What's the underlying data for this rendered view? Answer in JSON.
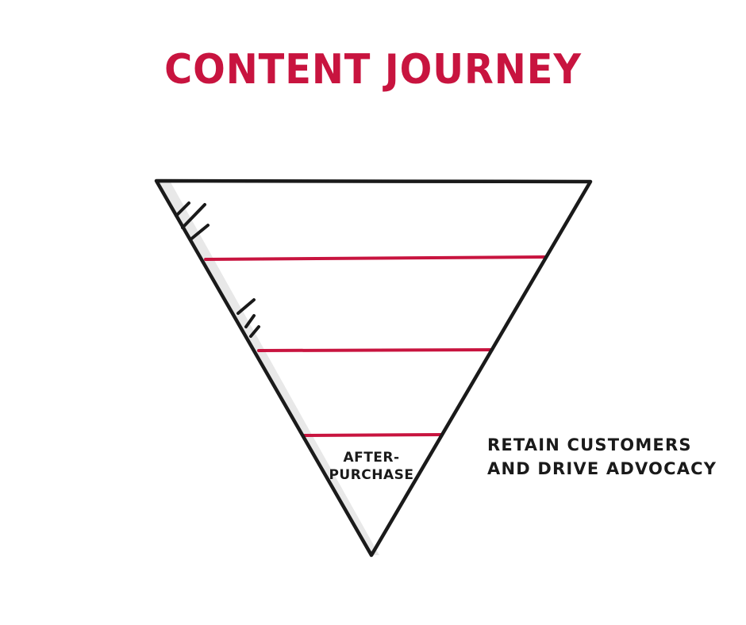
{
  "title": "CONTENT JOURNEY",
  "funnel": {
    "stage_label_line1": "AFTER-",
    "stage_label_line2": "PURCHASE",
    "note_line1": "RETAIN CUSTOMERS",
    "note_line2": "AND DRIVE ADVOCACY"
  },
  "colors": {
    "accent": "#c8143f",
    "outline": "#1a1a1a",
    "shade": "#e8e8e8"
  }
}
